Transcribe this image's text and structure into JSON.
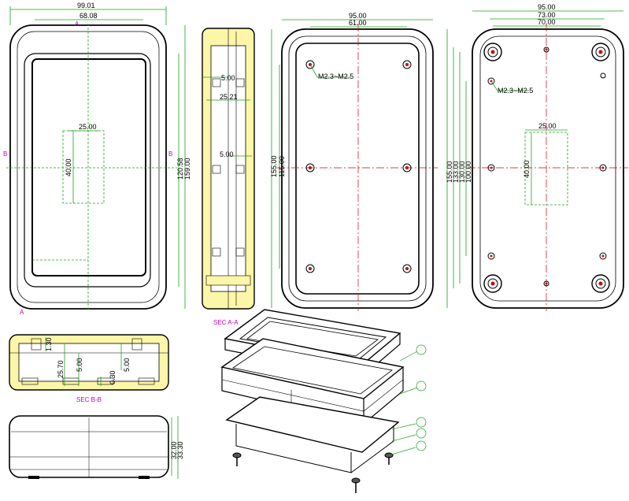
{
  "front_view": {
    "dim_width": "99.01",
    "dim_inner_width": "68.08",
    "dim_window_width": "25.00",
    "dim_window_height": "40.00",
    "dim_inner_height": "120.58",
    "dim_height": "159.00",
    "section_mark_a": "A",
    "section_mark_b": "B"
  },
  "side_section": {
    "dim_wall_top": "5.00",
    "dim_depth": "25.21",
    "dim_wall_mid": "5.00",
    "label": "SEC A-A"
  },
  "top_inner_view": {
    "dim_width": "95.00",
    "dim_hole_spacing": "61.00",
    "dim_height": "155.00",
    "dim_hole_height": "115.00",
    "screw_callout": "M2.3~M2.5"
  },
  "bottom_view": {
    "dim_width": "95.00",
    "dim_boss_spacing": "73.00",
    "dim_boss_inner": "70.00",
    "dim_height": "155.00",
    "dim_h2": "133.00",
    "dim_h3": "130.00",
    "dim_h4": "100.00",
    "dim_window_width": "25.00",
    "dim_window_height": "40.00",
    "screw_callout": "M2.3~M2.5"
  },
  "section_bb": {
    "dim_a": "1.30",
    "dim_b": "25.70",
    "dim_c": "5.00",
    "dim_d": "0.30",
    "dim_e": "5.00",
    "label": "SEC B-B"
  },
  "side_view": {
    "dim_a": "32.00",
    "dim_b": "33.30"
  },
  "colors": {
    "outline": "#000000",
    "dimension": "#1fa01f",
    "centerline": "#d10000",
    "section_fill": "#fbf6a8",
    "label": "#c400c4"
  }
}
